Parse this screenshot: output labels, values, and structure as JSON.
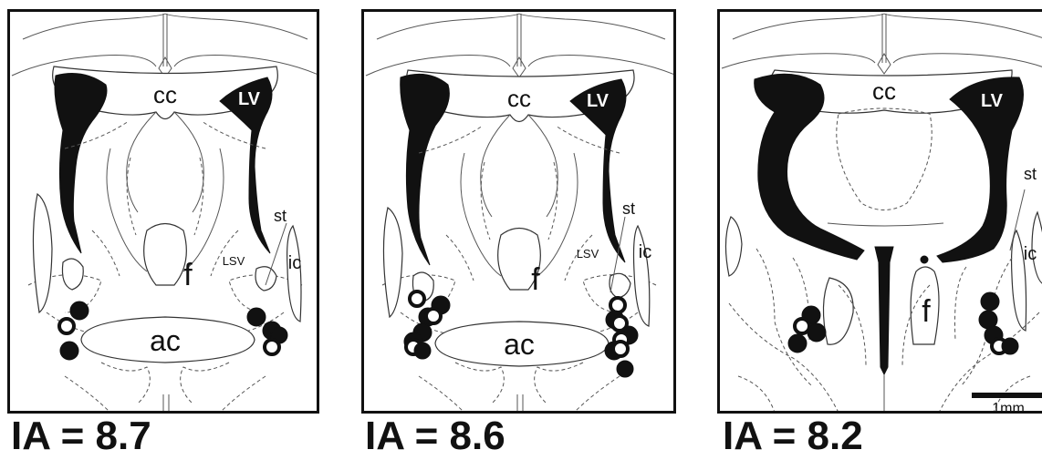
{
  "panels": [
    {
      "ia_label": "IA = 8.7",
      "labels": {
        "cc": "cc",
        "lv": "LV",
        "f": "f",
        "ac": "ac",
        "st": "st",
        "lsv": "LSV",
        "ic": "ic"
      }
    },
    {
      "ia_label": "IA = 8.6",
      "labels": {
        "cc": "cc",
        "lv": "LV",
        "f": "f",
        "ac": "ac",
        "st": "st",
        "lsv": "LSV",
        "ic": "ic"
      }
    },
    {
      "ia_label": "IA = 8.2",
      "labels": {
        "cc": "cc",
        "lv": "LV",
        "f": "f",
        "st": "st",
        "ic": "ic"
      },
      "scale_bar": "1mm"
    }
  ],
  "markers": {
    "filled_color": "#111111",
    "open_color": "#ffffff"
  }
}
